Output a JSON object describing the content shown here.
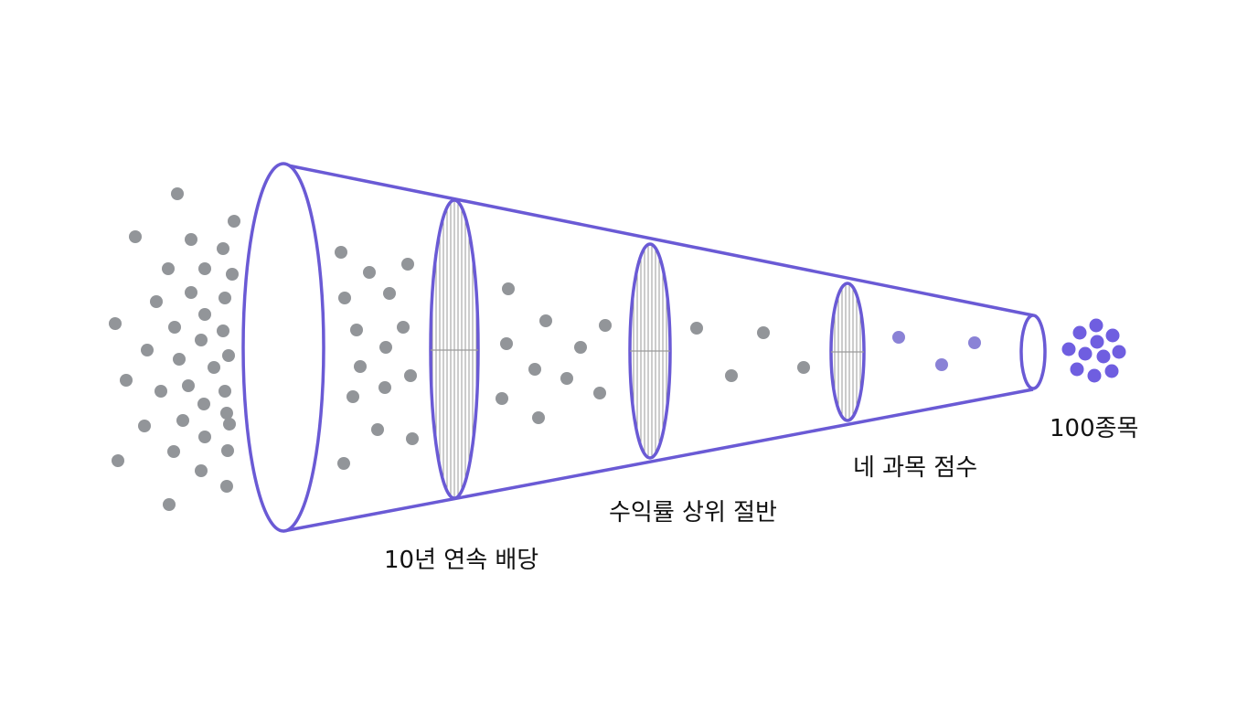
{
  "stages": [
    {
      "label": "10년 연속 배당"
    },
    {
      "label": "수익률 상위 절반"
    },
    {
      "label": "네 과목 점수"
    }
  ],
  "result": {
    "label": "100종목"
  },
  "colors": {
    "funnel": "#6a5ad5",
    "dot_gray": "#929599",
    "dot_purple_light": "#8a82d6",
    "dot_purple": "#6f5ee0",
    "hatch": "#9a9a9a",
    "text": "#111111"
  }
}
